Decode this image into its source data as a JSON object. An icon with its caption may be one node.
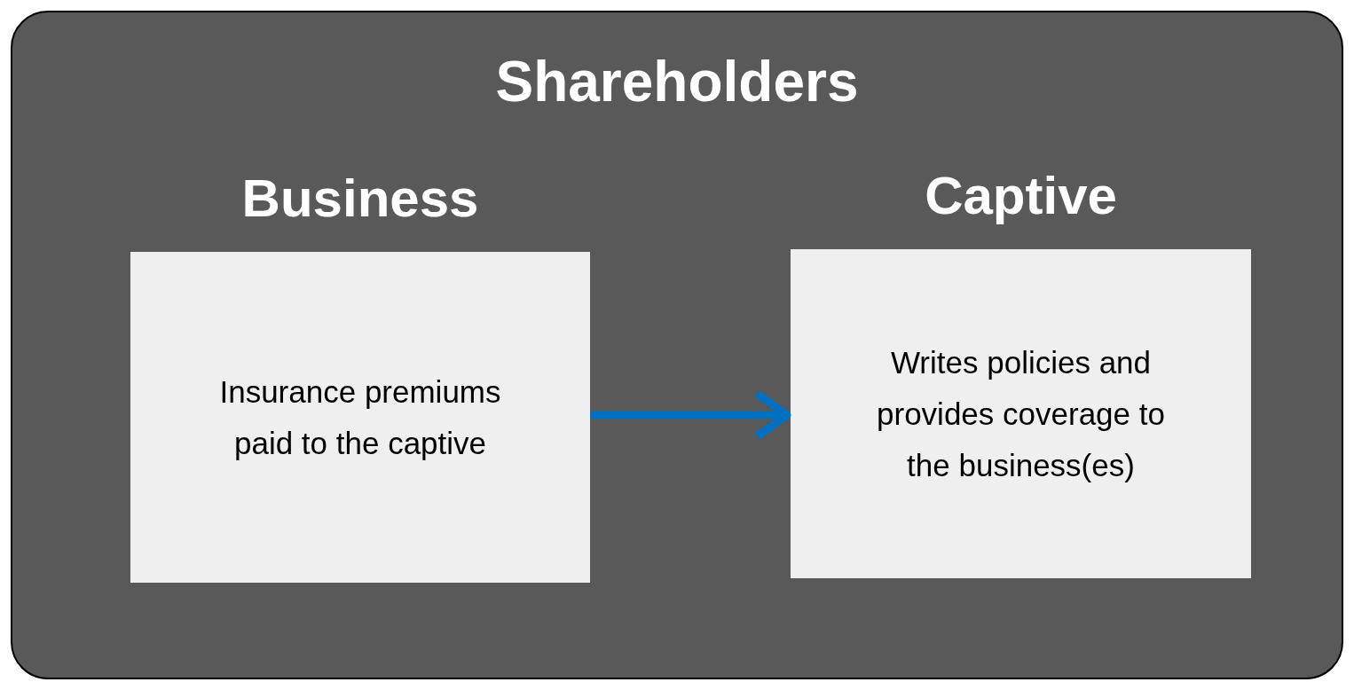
{
  "diagram": {
    "nodes": [
      {
        "text": [
          "Shareholders"
        ]
      },
      {
        "text": [
          "Business",
          "Insurance premiums paid to the captive"
        ],
        "in": 0
      },
      {
        "text": [
          "Captive",
          "Writes policies and provides coverage to the business(es)"
        ],
        "in": 0
      }
    ],
    "edges": [
      {
        "from": 1,
        "to": 2,
        "arrow": "to",
        "color": "#0070c0"
      }
    ]
  }
}
